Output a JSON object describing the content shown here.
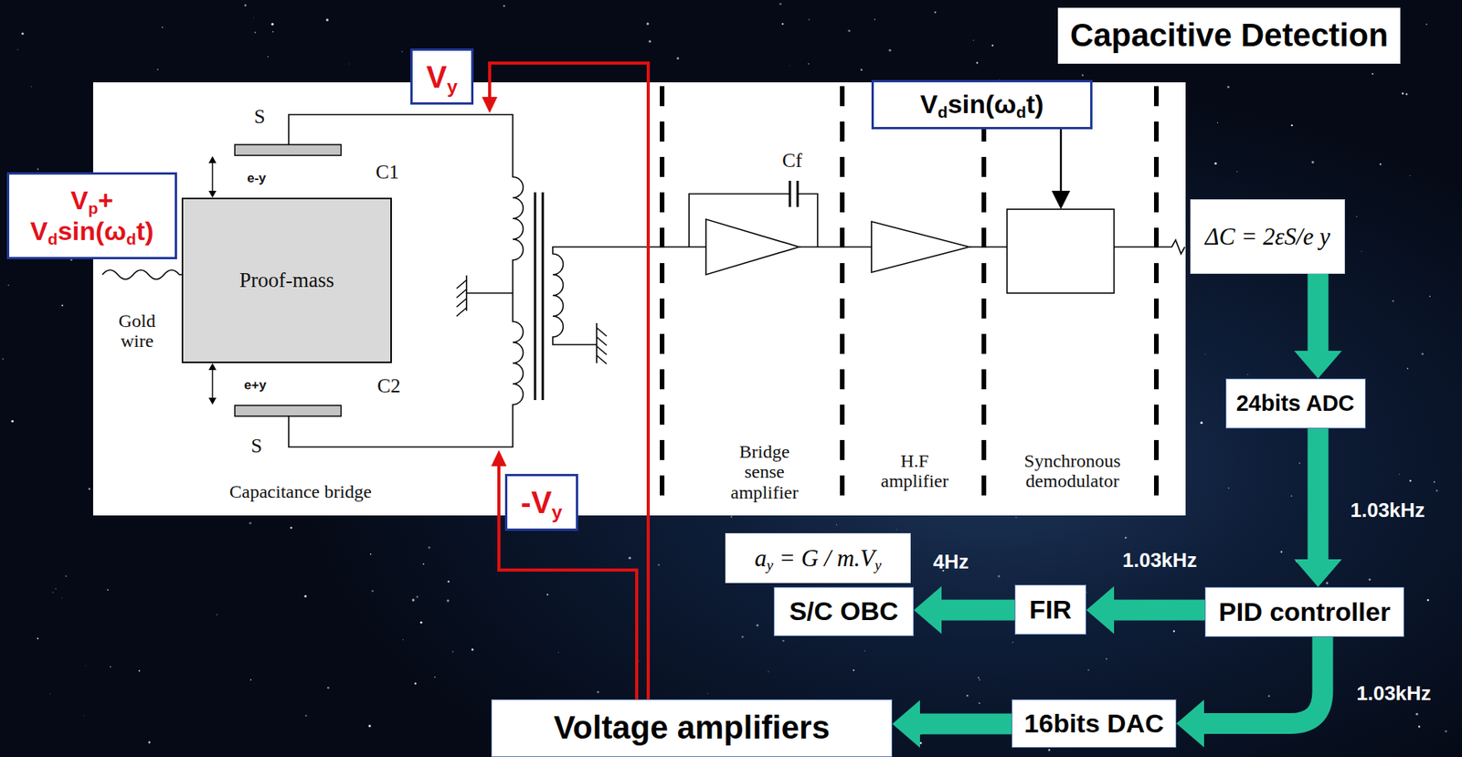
{
  "diagram": {
    "nodes": [
      {
        "text": [
          "Vy"
        ]
      },
      {
        "text": [
          "Vdsin(ωdt)"
        ]
      },
      {
        "text": [
          "Capacitive Detection"
        ]
      },
      {
        "text": [
          "Vp+ Vdsin(ωdt)"
        ]
      },
      {
        "text": [
          "Proof-mass"
        ]
      },
      {
        "text": [
          "ΔC = 2εS/e y"
        ]
      },
      {
        "text": [
          "24bits ADC"
        ]
      },
      {
        "text": [
          "-Vy"
        ]
      },
      {
        "text": [
          "ay = G / m.Vy"
        ]
      },
      {
        "text": [
          "S/C OBC"
        ]
      },
      {
        "text": [
          "FIR"
        ]
      },
      {
        "text": [
          "PID controller"
        ]
      },
      {
        "text": [
          "16bits DAC"
        ]
      },
      {
        "text": [
          "Voltage amplifiers"
        ]
      }
    ],
    "edges": [
      {
        "from": 5,
        "to": 6,
        "arrow": "to"
      },
      {
        "from": 6,
        "to": 11,
        "arrow": "to",
        "label": "1.03kHz"
      },
      {
        "from": 11,
        "to": 10,
        "arrow": "to",
        "label": "1.03kHz"
      },
      {
        "from": 10,
        "to": 9,
        "arrow": "to",
        "label": "4Hz"
      },
      {
        "from": 11,
        "to": 12,
        "arrow": "to",
        "label": "1.03kHz"
      },
      {
        "from": 12,
        "to": 13,
        "arrow": "to"
      }
    ],
    "labels": [
      "S",
      "C1",
      "e-y",
      "Gold wire",
      "e+y",
      "C2",
      "S",
      "Capacitance bridge",
      "Cf",
      "Bridge sense amplifier",
      "H.F amplifier",
      "Synchronous demodulator"
    ]
  }
}
